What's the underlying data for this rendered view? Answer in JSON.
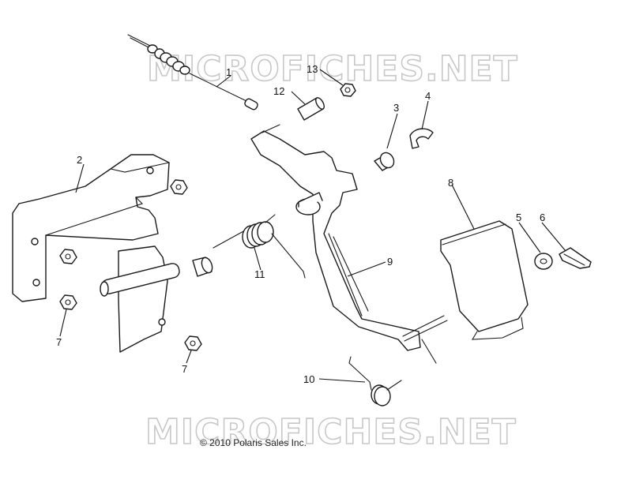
{
  "watermarks": {
    "top": "MICROFICHES.NET",
    "bottom": "MICROFICHES.NET"
  },
  "copyright": "© 2010 Polaris Sales Inc.",
  "callouts": {
    "c1": "1",
    "c2": "2",
    "c3": "3",
    "c4": "4",
    "c5": "5",
    "c6": "6",
    "c7a": "7",
    "c7b": "7",
    "c8": "8",
    "c9": "9",
    "c10": "10",
    "c11": "11",
    "c12": "12",
    "c13": "13"
  }
}
